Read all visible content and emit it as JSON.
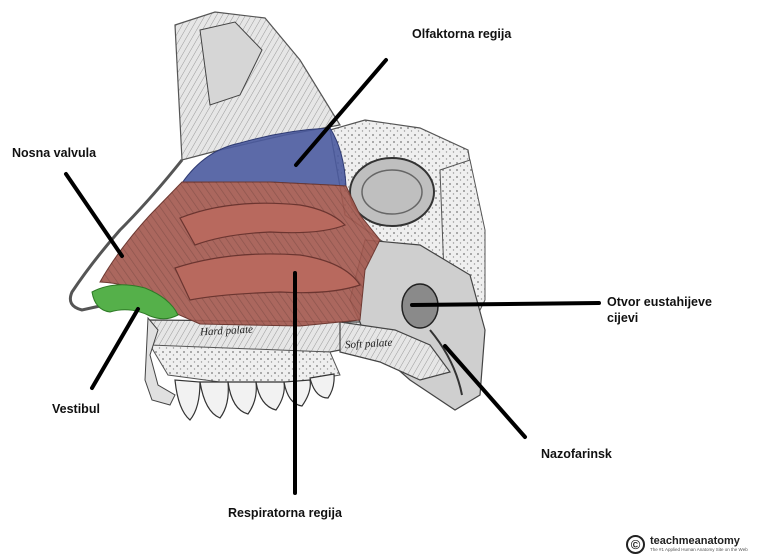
{
  "labels": {
    "olfactory_region": "Olfaktorna regija",
    "nasal_valve": "Nosna valvula",
    "vestibule": "Vestibul",
    "respiratory_region": "Respiratorna regija",
    "eustachian_opening": "Otvor eustahijeve cijevi",
    "nasopharynx": "Nazofarinsk"
  },
  "inner_labels": {
    "hard_palate": "Hard palate",
    "soft_palate": "Soft palate"
  },
  "colors": {
    "olfactory": "#4a5a9e",
    "respiratory": "#a45a50",
    "vestibule": "#55b04a",
    "leader_lines": "#000000"
  },
  "watermark": {
    "symbol": "©",
    "name": "teachmeanatomy",
    "tagline": "The #1 Applied Human Anatomy Site on the Web"
  }
}
